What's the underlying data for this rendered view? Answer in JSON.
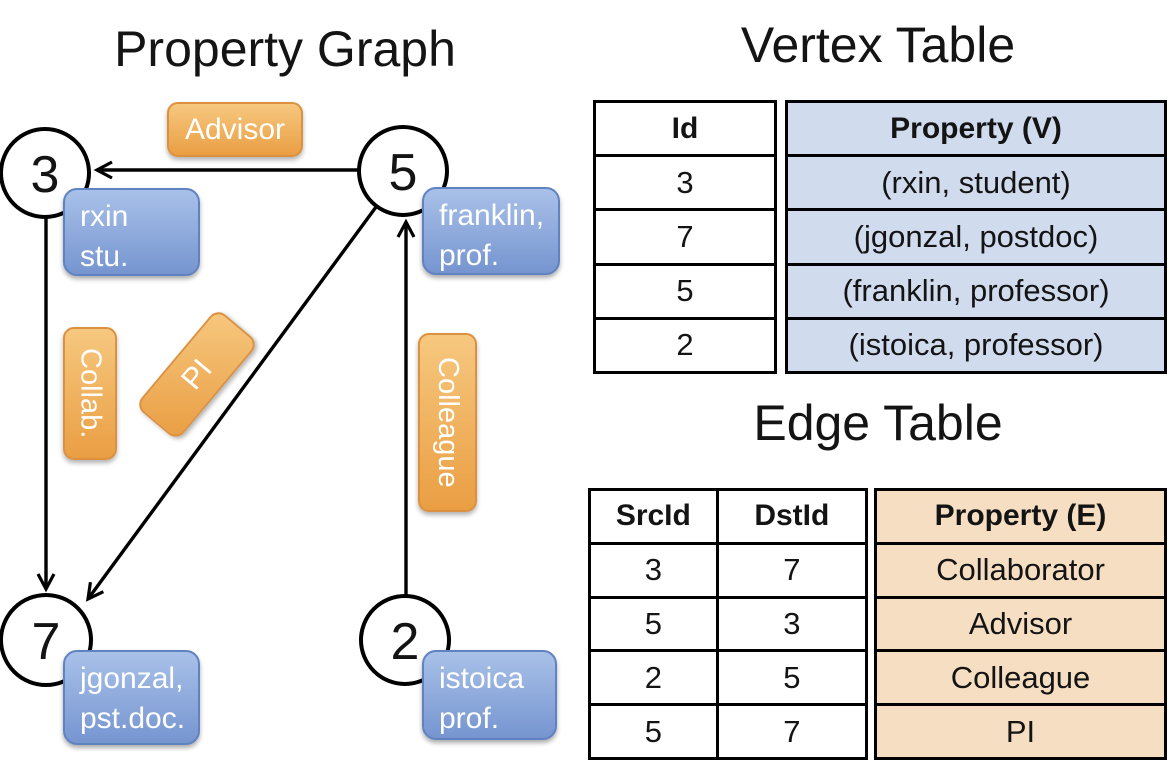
{
  "graph": {
    "title": "Property Graph",
    "nodes": [
      {
        "id": "3",
        "prop_line1": "rxin",
        "prop_line2": "stu."
      },
      {
        "id": "5",
        "prop_line1": "franklin,",
        "prop_line2": "prof."
      },
      {
        "id": "7",
        "prop_line1": "jgonzal,",
        "prop_line2": "pst.doc."
      },
      {
        "id": "2",
        "prop_line1": "istoica",
        "prop_line2": "prof."
      }
    ],
    "edge_labels": {
      "advisor": "Advisor",
      "collab": "Collab.",
      "pi": "PI",
      "colleague": "Colleague"
    },
    "edges": [
      {
        "from": "5",
        "to": "3",
        "label": "Advisor"
      },
      {
        "from": "3",
        "to": "7",
        "label": "Collab."
      },
      {
        "from": "5",
        "to": "7",
        "label": "PI"
      },
      {
        "from": "2",
        "to": "5",
        "label": "Colleague"
      }
    ]
  },
  "vertex_table": {
    "title": "Vertex Table",
    "columns": {
      "id": "Id",
      "property": "Property (V)"
    },
    "rows": [
      {
        "id": "3",
        "property": "(rxin, student)"
      },
      {
        "id": "7",
        "property": "(jgonzal, postdoc)"
      },
      {
        "id": "5",
        "property": "(franklin, professor)"
      },
      {
        "id": "2",
        "property": "(istoica, professor)"
      }
    ]
  },
  "edge_table": {
    "title": "Edge Table",
    "columns": {
      "src": "SrcId",
      "dst": "DstId",
      "property": "Property (E)"
    },
    "rows": [
      {
        "src": "3",
        "dst": "7",
        "property": "Collaborator"
      },
      {
        "src": "5",
        "dst": "3",
        "property": "Advisor"
      },
      {
        "src": "2",
        "dst": "5",
        "property": "Colleague"
      },
      {
        "src": "5",
        "dst": "7",
        "property": "PI"
      }
    ]
  },
  "colors": {
    "line_color": "#000000",
    "edge_label_bg_top": "#f6c87f",
    "edge_label_bg_bottom": "#ea9e43",
    "edge_label_border": "#dc9140",
    "vertex_label_bg_top": "#a9c1e9",
    "vertex_label_bg_bottom": "#7695d0",
    "vertex_label_border": "#5f82c0",
    "vertex_table_cell_bg": "#d0dbee",
    "edge_table_cell_bg": "#f6dec2",
    "label_text": "#ffffff"
  }
}
